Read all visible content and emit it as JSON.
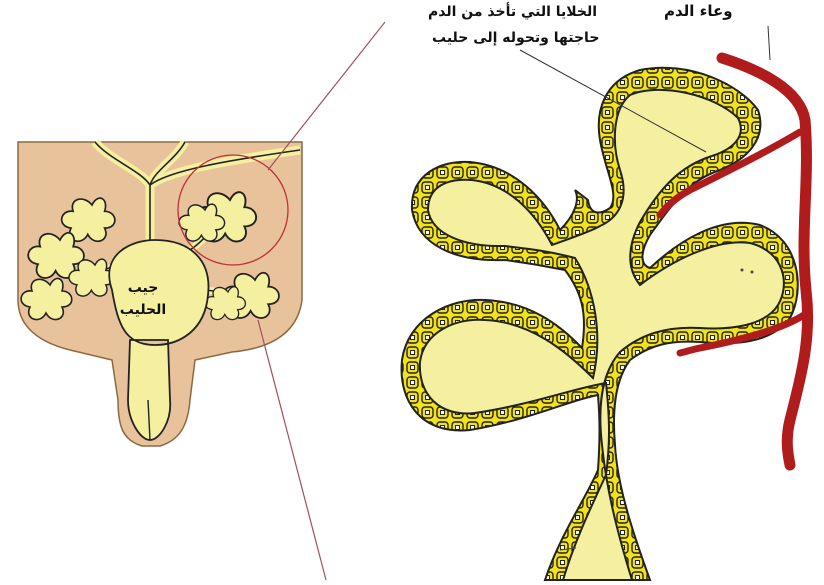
{
  "labels": {
    "blood_vessel": "وعاء الدم",
    "cells_line1": "الخلايا التي  تأخذ من الدم",
    "cells_line2": "حاجتها وتحوله إلى حليب",
    "milk_sinus_line1": "جيب",
    "milk_sinus_line2": "الحليب"
  },
  "colors": {
    "breast_tissue": "#e8c29a",
    "gland_fill": "#f5f0a0",
    "cell_fill": "#f2e318",
    "outline": "#222222",
    "blood_vessel": "#b01c1c",
    "zoom_circle": "#c0303a",
    "zoom_lines": "#a0505a"
  }
}
